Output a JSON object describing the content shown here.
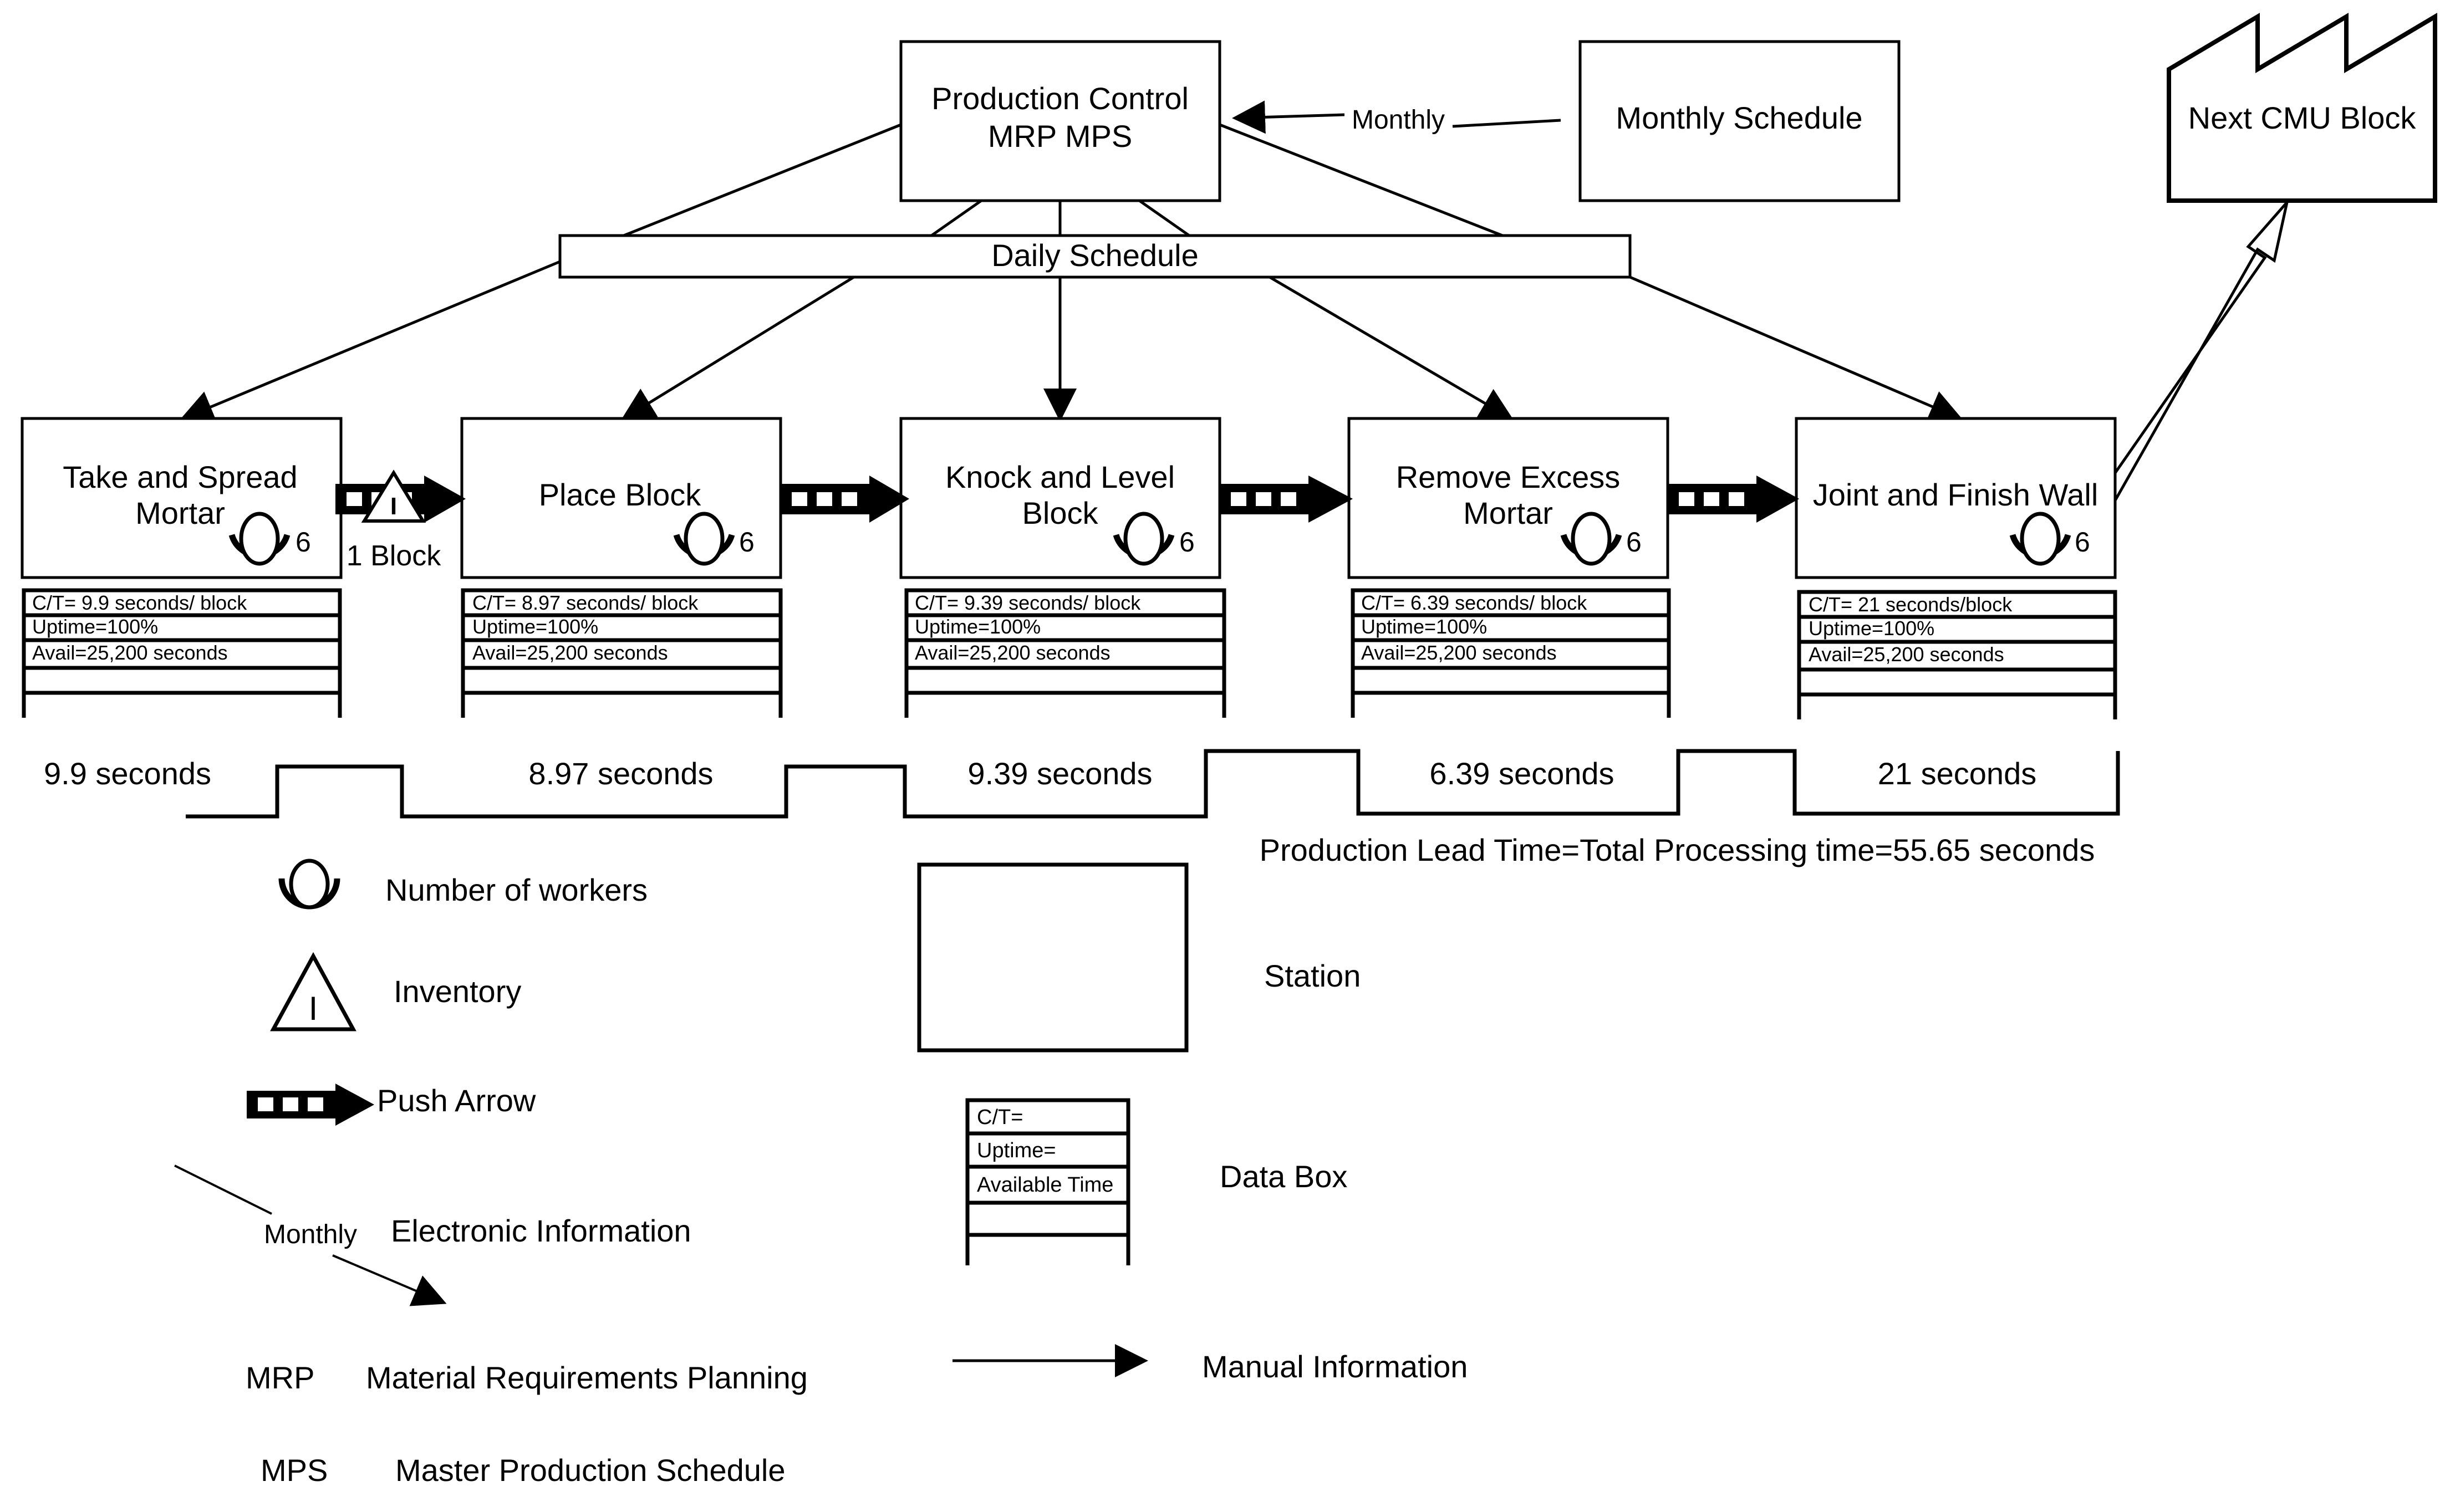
{
  "production_control": {
    "line1": "Production Control",
    "line2": "MRP MPS"
  },
  "monthly_schedule": {
    "label": "Monthly Schedule"
  },
  "monthly_flow_label": "Monthly",
  "customer": {
    "label": "Next CMU Block"
  },
  "daily_schedule": {
    "label": "Daily Schedule"
  },
  "stations": [
    {
      "line1": "Take and Spread",
      "line2": "Mortar",
      "workers": "6",
      "ct": "C/T= 9.9 seconds/ block",
      "uptime": "Uptime=100%",
      "avail": "Avail=25,200 seconds",
      "timeline": "9.9 seconds"
    },
    {
      "line1": "Place Block",
      "line2": "",
      "workers": "6",
      "ct": "C/T= 8.97 seconds/ block",
      "uptime": "Uptime=100%",
      "avail": "Avail=25,200 seconds",
      "timeline": "8.97 seconds"
    },
    {
      "line1": "Knock and Level",
      "line2": "Block",
      "workers": "6",
      "ct": "C/T= 9.39 seconds/ block",
      "uptime": "Uptime=100%",
      "avail": "Avail=25,200 seconds",
      "timeline": "9.39 seconds"
    },
    {
      "line1": "Remove Excess",
      "line2": "Mortar",
      "workers": "6",
      "ct": "C/T= 6.39 seconds/ block",
      "uptime": "Uptime=100%",
      "avail": "Avail=25,200 seconds",
      "timeline": "6.39 seconds"
    },
    {
      "line1": "Joint and Finish Wall",
      "line2": "",
      "workers": "6",
      "ct": "C/T= 21 seconds/block",
      "uptime": "Uptime=100%",
      "avail": "Avail=25,200 seconds",
      "timeline": "21 seconds"
    }
  ],
  "inventory": {
    "symbol": "I",
    "label": "1 Block"
  },
  "lead_time": "Production Lead Time=Total Processing time=55.65 seconds",
  "legend": {
    "workers": "Number of workers",
    "inventory": "Inventory",
    "inventory_symbol": "I",
    "push_arrow": "Push Arrow",
    "electronic_word": "Monthly",
    "electronic": "Electronic Information",
    "mrp_abbr": "MRP",
    "mrp": "Material Requirements Planning",
    "mps_abbr": "MPS",
    "mps": "Master Production Schedule",
    "station": "Station",
    "databox_ct": "C/T=",
    "databox_uptime": "Uptime=",
    "databox_avail": "Available Time",
    "databox": "Data Box",
    "manual": "Manual Information"
  }
}
